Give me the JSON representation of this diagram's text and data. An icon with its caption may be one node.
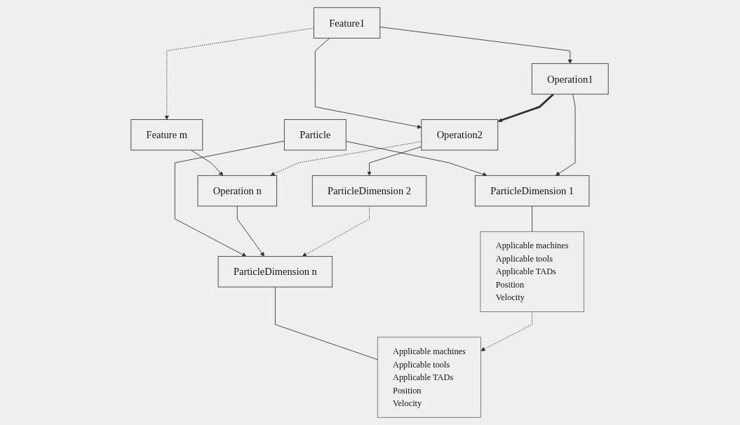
{
  "diagram": {
    "nodes": [
      {
        "text": [
          "Particle"
        ]
      },
      {
        "text": [
          "Feature1"
        ]
      },
      {
        "text": [
          "Feature m"
        ]
      },
      {
        "text": [
          "Operation1"
        ]
      },
      {
        "text": [
          "Operation2"
        ]
      },
      {
        "text": [
          "Operation n"
        ]
      },
      {
        "text": [
          "ParticleDimension 1"
        ]
      },
      {
        "text": [
          "ParticleDimension 2"
        ]
      },
      {
        "text": [
          "ParticleDimension n"
        ]
      },
      {
        "text": [
          "Applicable machines",
          "Applicable tools",
          "Applicable TADs",
          "Position",
          "Velocity"
        ]
      },
      {
        "text": [
          "Applicable machines",
          "Applicable tools",
          "Applicable TADs",
          "Position",
          "Velocity"
        ]
      }
    ],
    "edges": [
      {
        "from": 0,
        "to": 6,
        "arrow": "to"
      },
      {
        "from": 0,
        "to": 8,
        "arrow": "to"
      },
      {
        "from": 1,
        "to": 2,
        "arrow": "to",
        "style": "dashed"
      },
      {
        "from": 1,
        "to": 3,
        "arrow": "to"
      },
      {
        "from": 1,
        "to": 4,
        "arrow": "to"
      },
      {
        "from": 2,
        "to": 5,
        "arrow": "to"
      },
      {
        "from": 3,
        "to": 4,
        "arrow": "to",
        "style": "thick"
      },
      {
        "from": 4,
        "to": 5,
        "arrow": "to",
        "style": "dashed"
      },
      {
        "from": 3,
        "to": 6,
        "arrow": "to"
      },
      {
        "from": 4,
        "to": 7,
        "arrow": "to"
      },
      {
        "from": 5,
        "to": 8,
        "arrow": "to"
      },
      {
        "from": 7,
        "to": 8,
        "arrow": "to",
        "style": "dashed"
      },
      {
        "from": 6,
        "to": 9,
        "arrow": "none"
      },
      {
        "from": 8,
        "to": 10,
        "arrow": "none"
      },
      {
        "from": 9,
        "to": 10,
        "arrow": "to",
        "style": "dashed"
      }
    ]
  }
}
